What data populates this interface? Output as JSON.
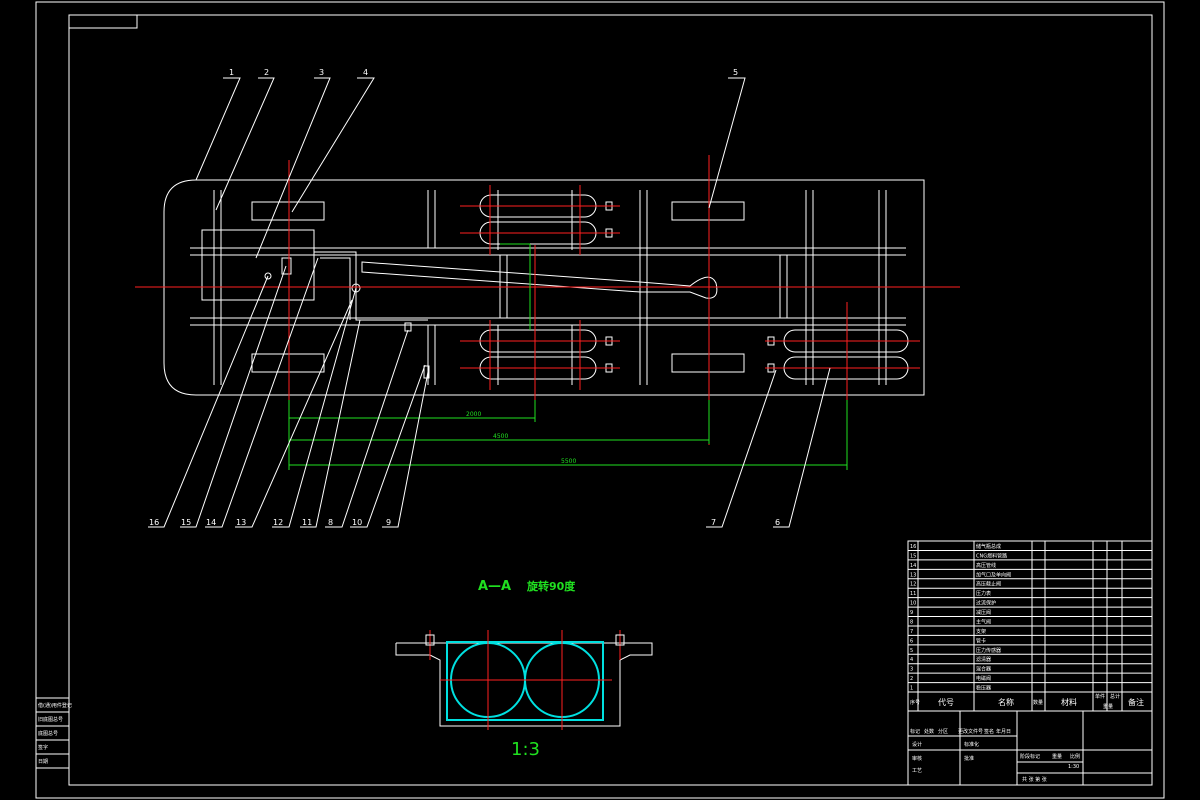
{
  "section_view": {
    "title": "A—A",
    "note": "旋转90度",
    "scale": "1:3"
  },
  "dimensions": [
    "2000",
    "4500",
    "5500"
  ],
  "callouts": [
    "1",
    "2",
    "3",
    "4",
    "5",
    "6",
    "7",
    "8",
    "9",
    "10",
    "11",
    "12",
    "13",
    "14",
    "15",
    "16"
  ],
  "title_block": {
    "header": [
      "序号",
      "代号",
      "名称",
      "数量",
      "材料",
      "单件",
      "总计",
      "备注"
    ],
    "header_sub": "重量",
    "rows": [
      "储气瓶总成",
      "CNG燃料管路",
      "高压管线",
      "加气口及单向阀",
      "高压截止阀",
      "压力表",
      "过流保护",
      "减压阀",
      "主气阀",
      "支架",
      "管卡",
      "压力传感器",
      "滤清器",
      "混合器",
      "电磁阀",
      "稳压器"
    ],
    "sign_rows": [
      "标记",
      "处数",
      "分区",
      "更改文件号",
      "签名",
      "年月日"
    ],
    "designer": "设计",
    "standard": "标准化",
    "check": "审核",
    "process": "工艺",
    "approve": "批准",
    "stage": "阶段标记",
    "weight": "重量",
    "ratio": "比例",
    "scale_val": "1:30",
    "sheets": "共 张 第 张"
  },
  "left_strip": [
    "借(通)用件登记",
    "旧底图总号",
    "底图总号",
    "签字",
    "日期"
  ]
}
